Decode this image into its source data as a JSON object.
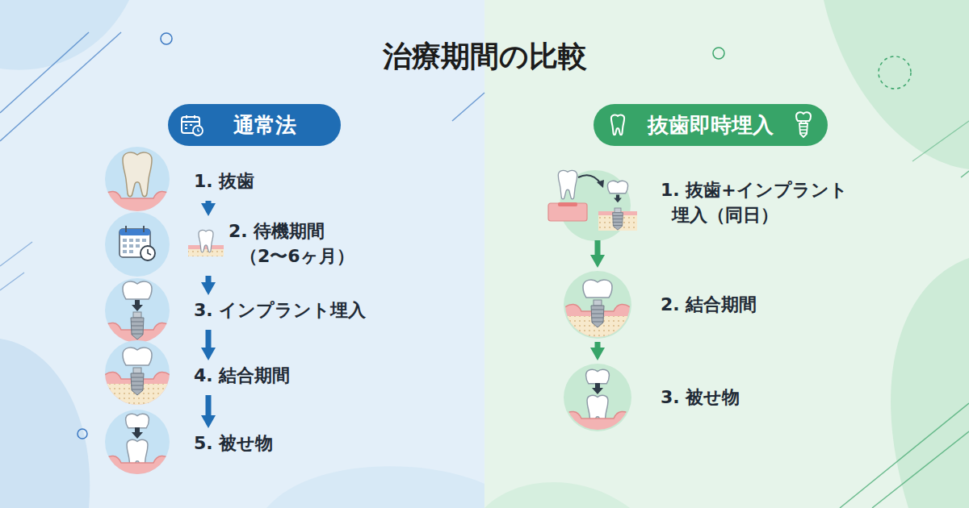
{
  "diagram": {
    "title": "治療期間の比較",
    "nodes": [
      {
        "text": [
          "通常法"
        ]
      },
      {
        "text": [
          "1. 抜歯"
        ]
      },
      {
        "text": [
          "2. 待機期間 （2〜6ヶ月）"
        ]
      },
      {
        "text": [
          "3. インプラント埋入"
        ]
      },
      {
        "text": [
          "4. 結合期間"
        ]
      },
      {
        "text": [
          "5. 被せ物"
        ]
      },
      {
        "text": [
          "抜歯即時埋入"
        ]
      },
      {
        "text": [
          "1. 抜歯+インプラント 埋入（同日）"
        ]
      },
      {
        "text": [
          "2. 結合期間"
        ]
      },
      {
        "text": [
          "3. 被せ物"
        ]
      }
    ],
    "edges": [
      {
        "from": 1,
        "to": 2,
        "arrow": "to"
      },
      {
        "from": 2,
        "to": 3,
        "arrow": "to"
      },
      {
        "from": 3,
        "to": 4,
        "arrow": "to"
      },
      {
        "from": 4,
        "to": 5,
        "arrow": "to"
      },
      {
        "from": 7,
        "to": 8,
        "arrow": "to"
      },
      {
        "from": 8,
        "to": 9,
        "arrow": "to"
      }
    ]
  }
}
